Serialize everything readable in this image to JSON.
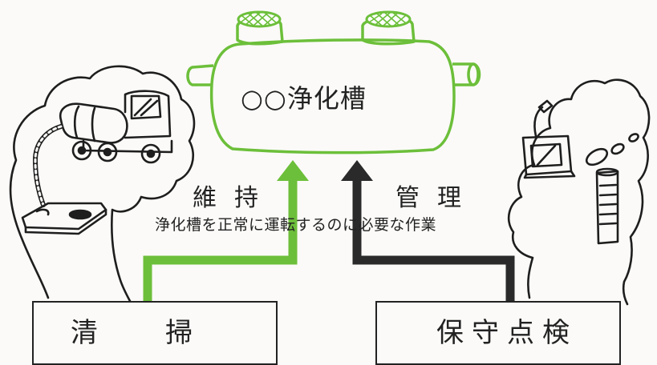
{
  "tank": {
    "label": "○○浄化槽",
    "outline_color": "#6cbf3a"
  },
  "arrows": {
    "maintenance": {
      "label": "維持",
      "color": "#6cbf3a"
    },
    "management": {
      "label": "管理",
      "color": "#2a2a2a"
    }
  },
  "description": "浄化槽を正常に運転するのに必要な作業",
  "boxes": {
    "cleaning": "清掃",
    "inspection": "保守点検"
  },
  "icons": {
    "left_cloud": "vacuum-truck-icon",
    "right_cloud": "inspection-tools-icon"
  }
}
